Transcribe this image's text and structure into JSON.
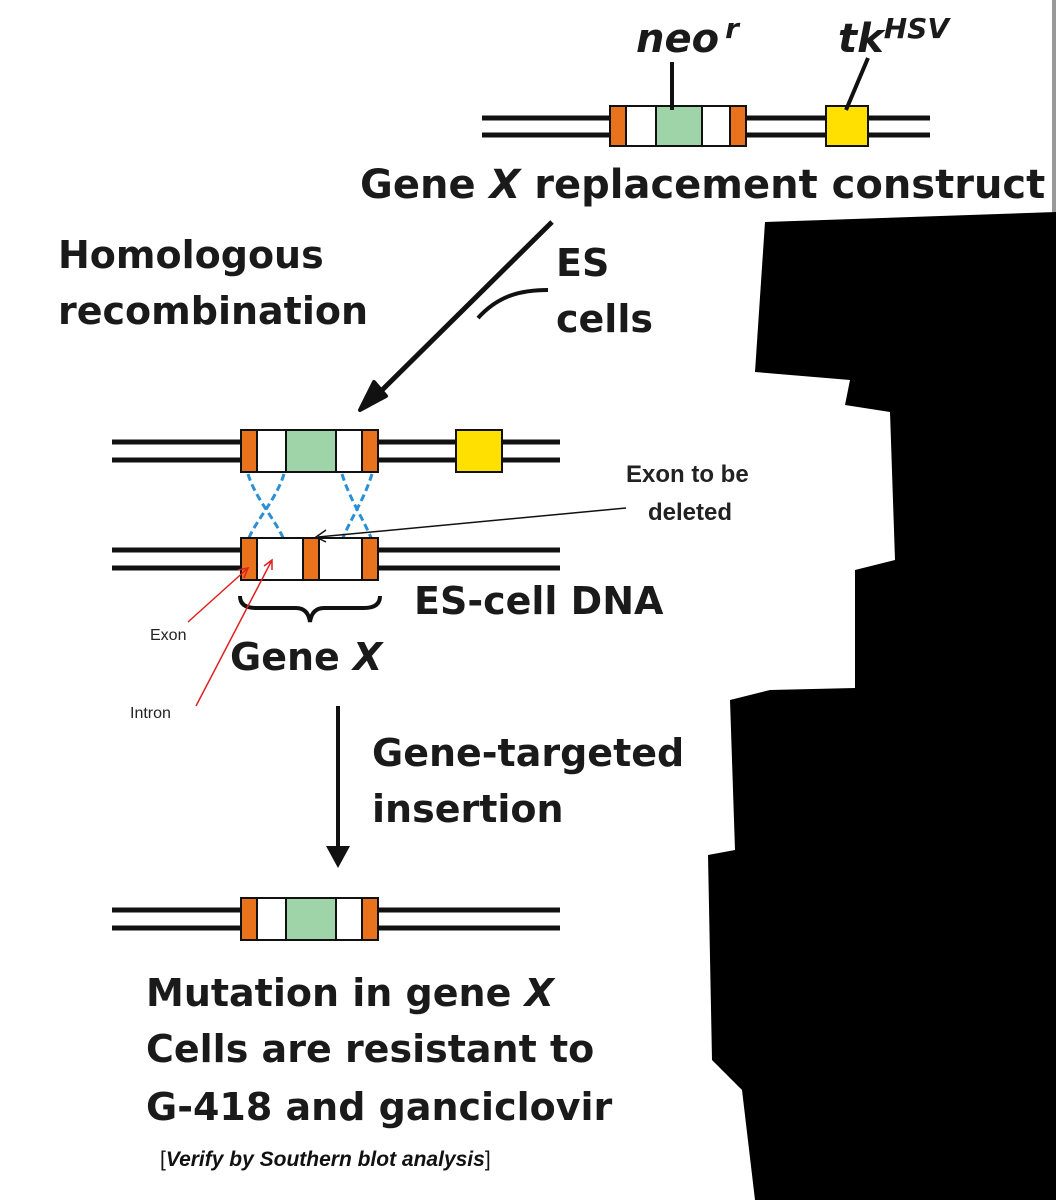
{
  "colors": {
    "exon_orange": "#e8731c",
    "neo_green": "#9fd3a8",
    "tk_yellow": "#ffe000",
    "crossover_blue": "#2b8fd6",
    "pointer_red": "#e02020",
    "mask_black": "#000000"
  },
  "construct": {
    "neo_label": "neo",
    "neo_sup": "r",
    "tk_label": "tk",
    "tk_sup": "HSV",
    "title_pre": "Gene ",
    "title_x": "X",
    "title_post": " replacement construct"
  },
  "step1": {
    "label_line1": "Homologous",
    "label_line2": "recombination",
    "es_line1": "ES",
    "es_line2": "cells"
  },
  "annotations": {
    "exon_deleted_line1": "Exon to be",
    "exon_deleted_line2": "deleted",
    "es_cell_dna": "ES-cell DNA",
    "gene_x_pre": "Gene ",
    "gene_x_x": "X",
    "exon": "Exon",
    "intron": "Intron"
  },
  "step2": {
    "label_line1": "Gene-targeted",
    "label_line2": "insertion"
  },
  "result": {
    "line1_pre": "Mutation in gene ",
    "line1_x": "X",
    "line2": "Cells are resistant to",
    "line3": "G-418 and ganciclovir",
    "footnote_open": "[",
    "footnote_text": "Verify by Southern blot analysis",
    "footnote_close": "]"
  }
}
